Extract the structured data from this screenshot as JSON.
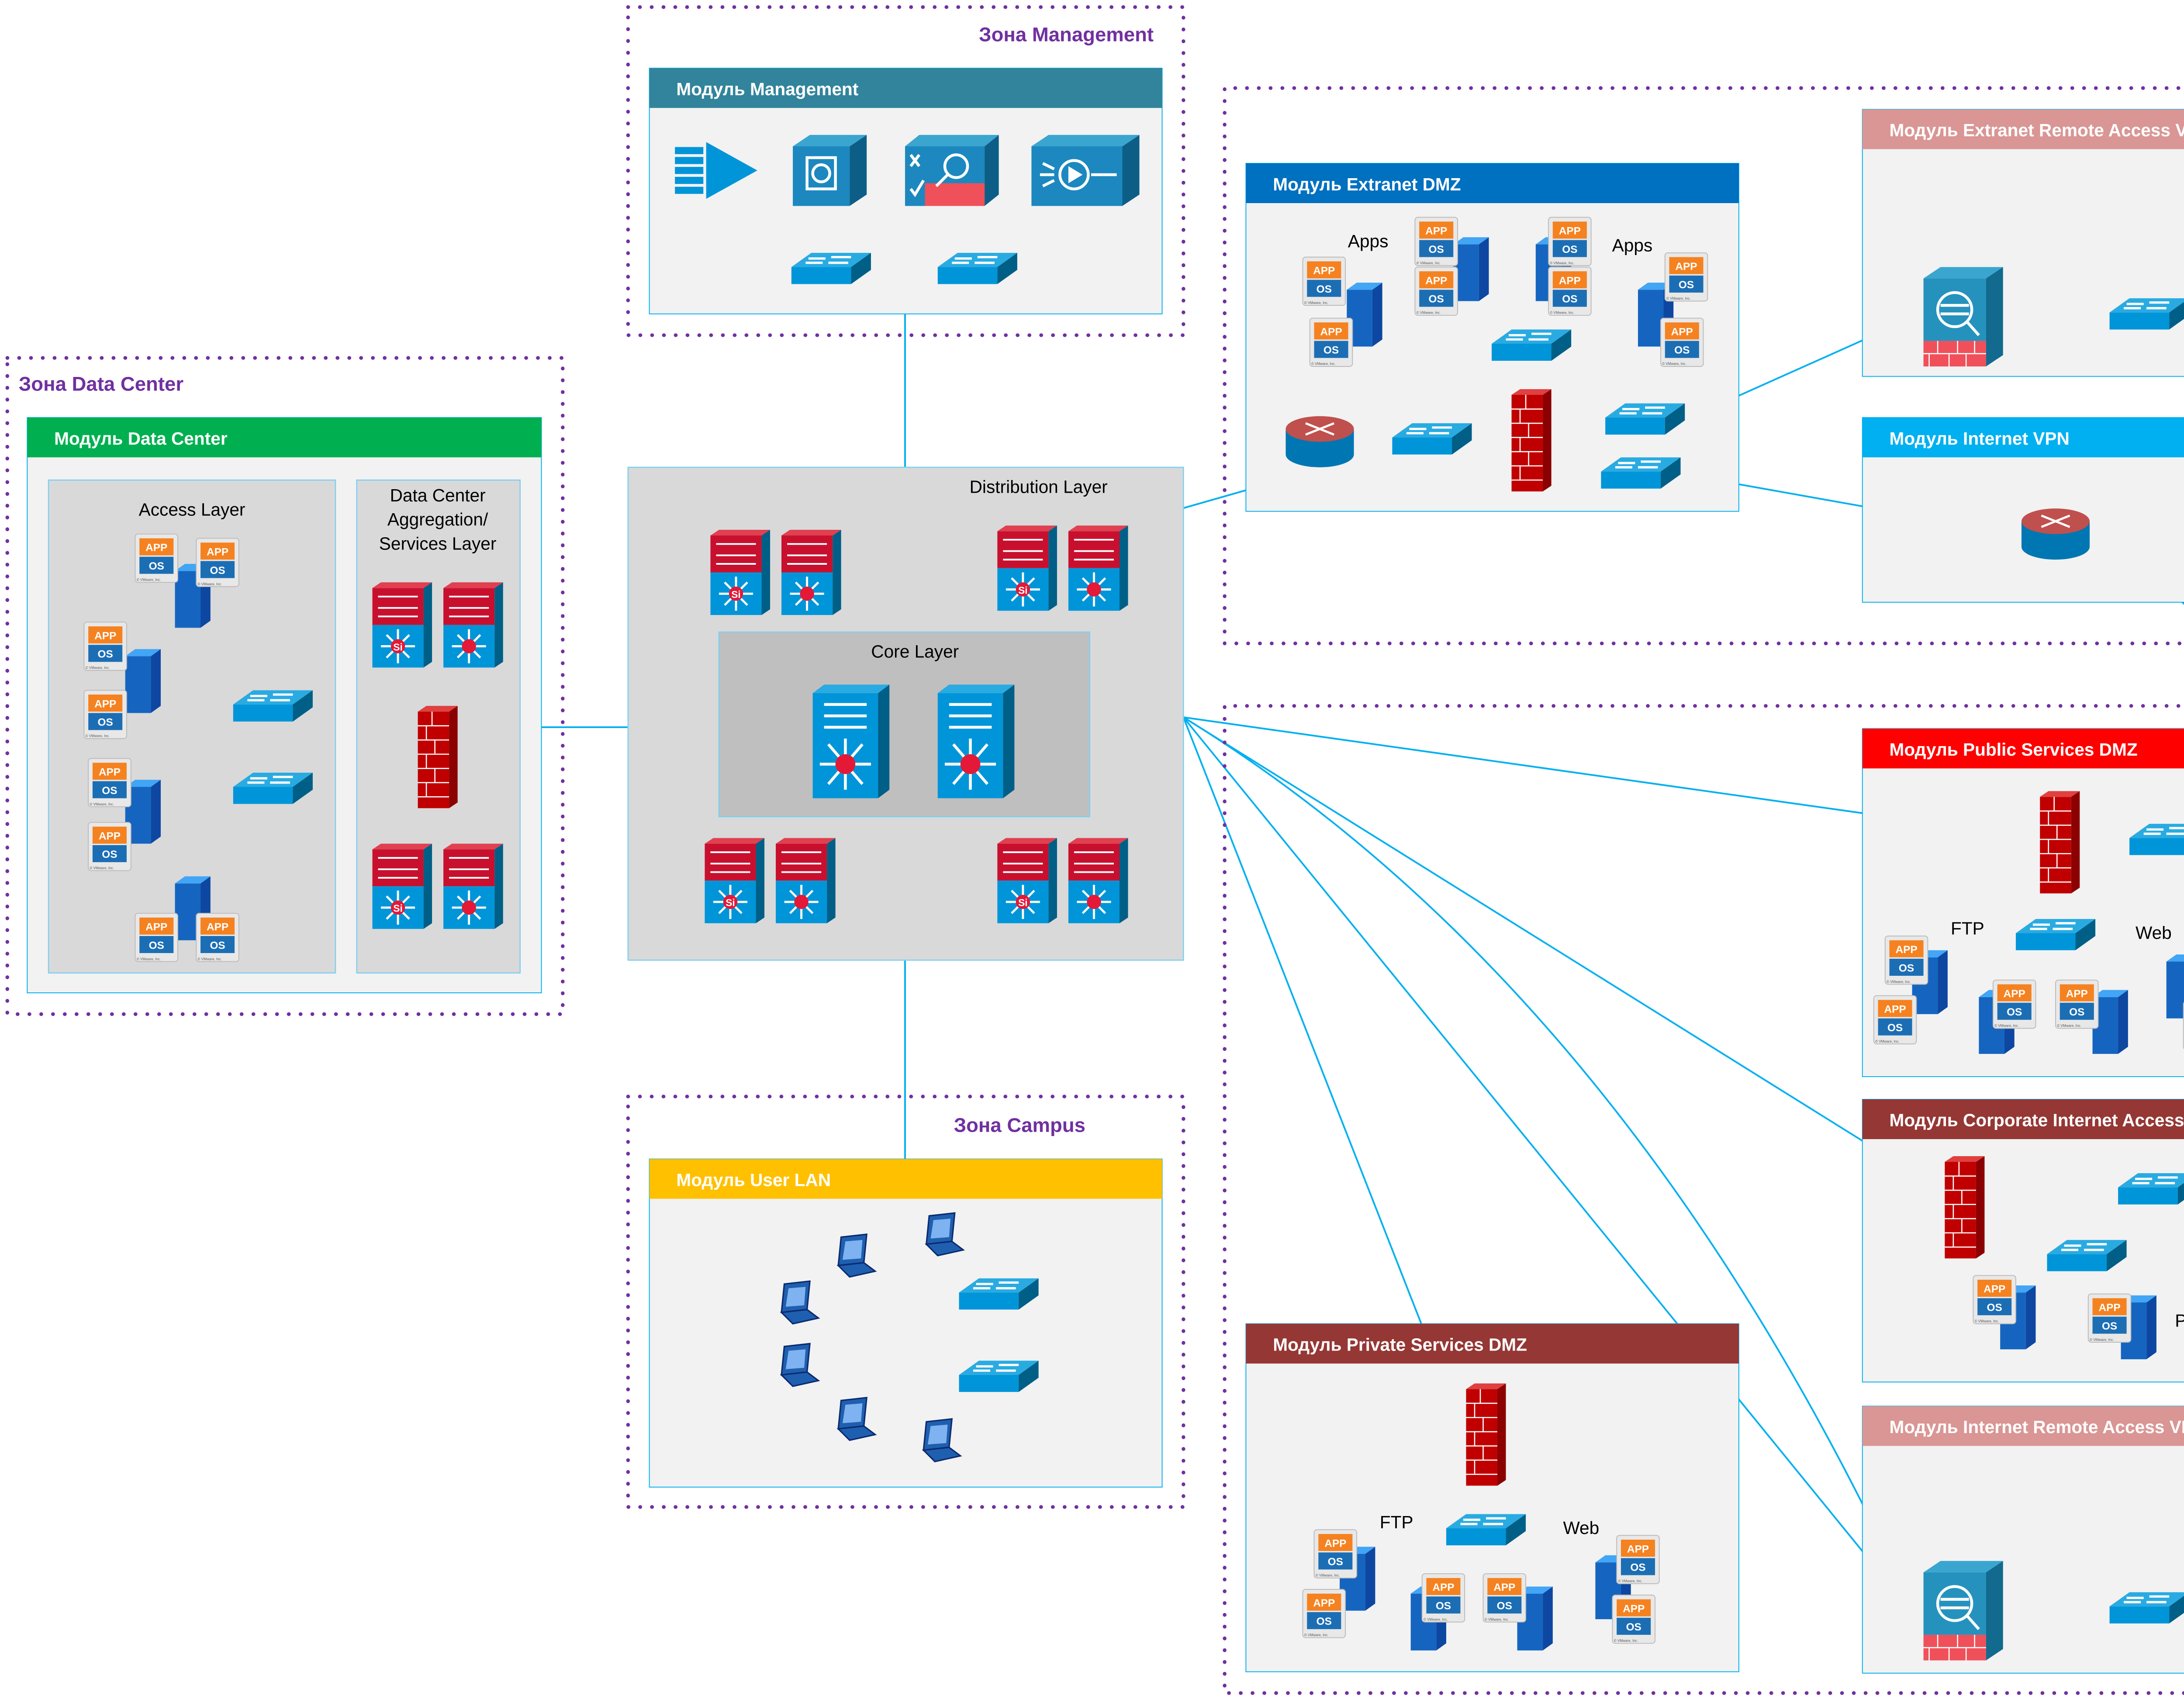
{
  "zones": {
    "management": "Зона Management",
    "data_center": "Зона Data Center",
    "campus": "Зона Campus"
  },
  "modules": {
    "management": {
      "title": "Модуль Management",
      "color": "#31849B"
    },
    "data_center": {
      "title": "Модуль Data Center",
      "color": "#00B050",
      "access_layer": "Access Layer",
      "aggregation_lines": [
        "Data Center",
        "Aggregation/",
        "Services Layer"
      ]
    },
    "core": {
      "distribution_layer": "Distribution Layer",
      "core_layer": "Core Layer"
    },
    "extranet_dmz": {
      "title": "Модуль Extranet DMZ",
      "color": "#0070C0",
      "apps_left": "Apps",
      "apps_right": "Apps"
    },
    "extranet_ra_vpn": {
      "title": "Модуль Extranet Remote Access VPN",
      "color": "#D99694"
    },
    "internet_vpn": {
      "title": "Модуль Internet VPN",
      "color": "#00B0F0"
    },
    "public_services_dmz": {
      "title": "Модуль Public Services DMZ",
      "color": "#FF0000",
      "ftp": "FTP",
      "web": "Web"
    },
    "corporate_internet_access": {
      "title": "Модуль Corporate Internet Access",
      "color": "#953734",
      "proxy": "Proxy"
    },
    "internet_ra_vpn": {
      "title": "Модуль Internet Remote Access VPN",
      "color": "#D99694"
    },
    "private_services_dmz": {
      "title": "Модуль Private Services DMZ",
      "color": "#953734",
      "ftp": "FTP",
      "web": "Web"
    },
    "user_lan": {
      "title": "Модуль User LAN",
      "color": "#FFC000"
    }
  },
  "icons": {
    "app": "APP",
    "os": "OS",
    "si": "Si",
    "vendor": "© VMware, Inc."
  },
  "colors": {
    "link": "#00B0F0",
    "zone_border": "#7030A0",
    "panel": "#F2F2F2",
    "layer": "#D9D9D9",
    "core": "#BFBFBF"
  }
}
